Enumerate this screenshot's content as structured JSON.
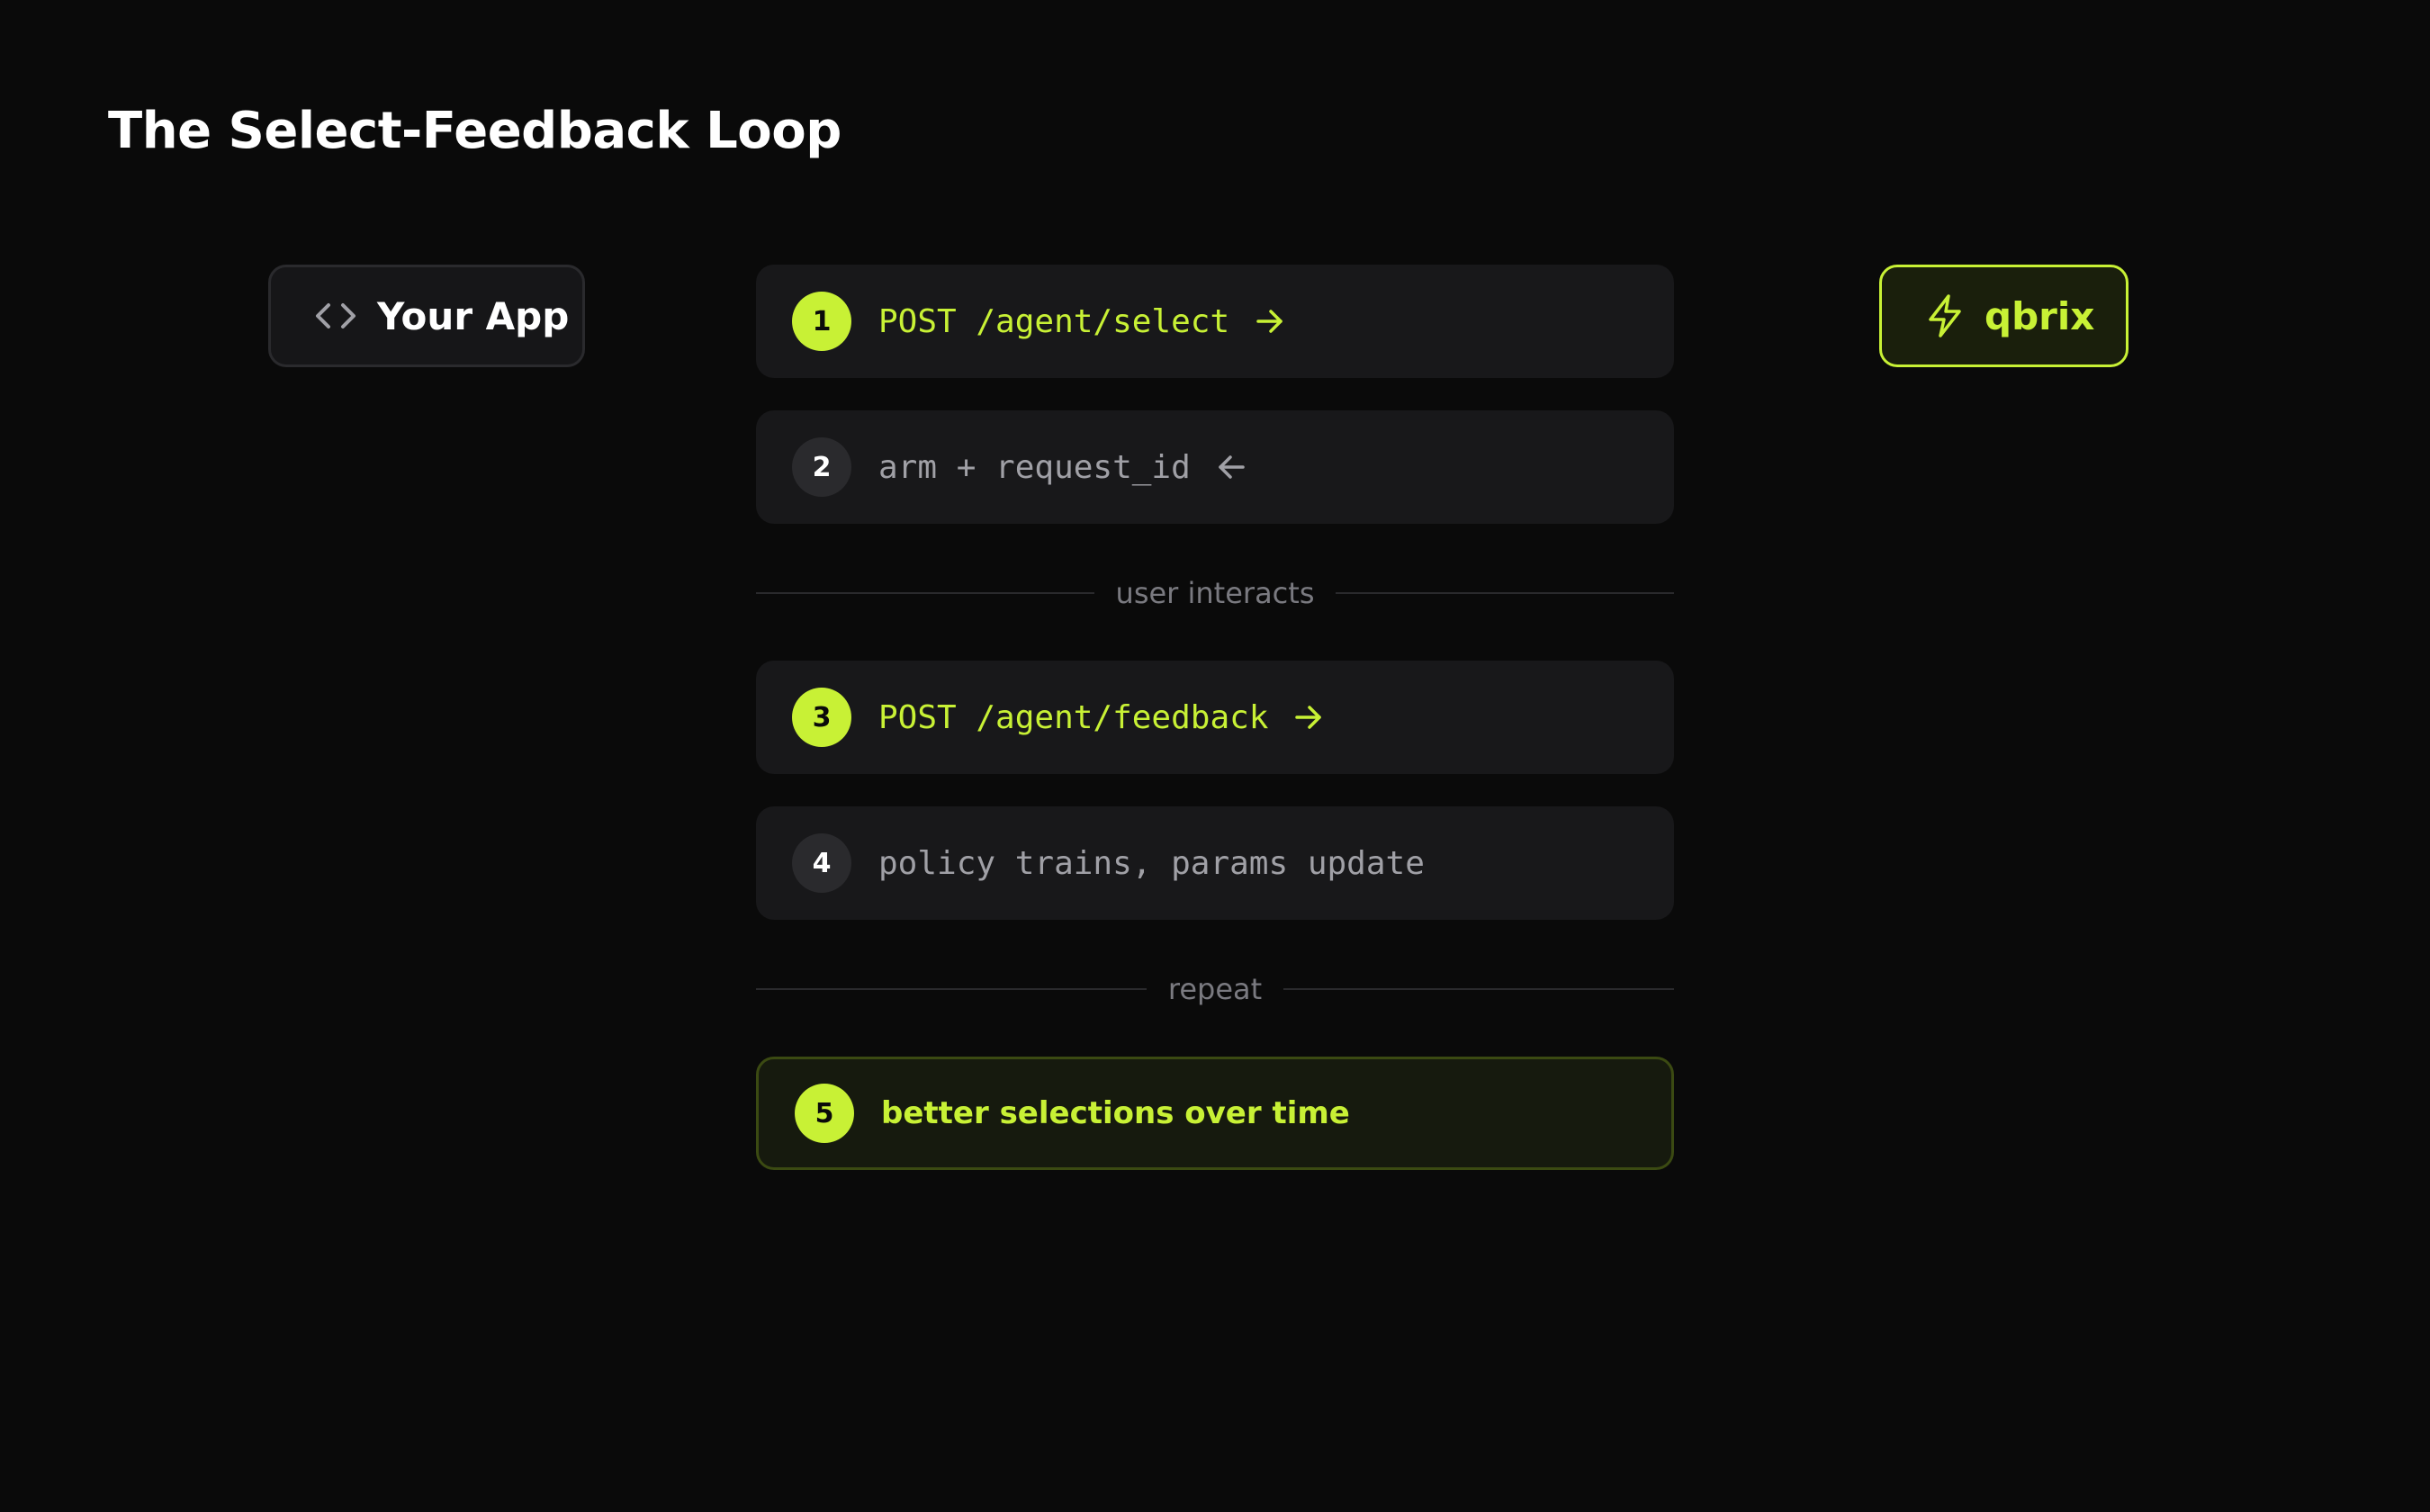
{
  "title": "The Select-Feedback Loop",
  "nodes": {
    "app": {
      "label": "Your App",
      "icon": "code-brackets-icon"
    },
    "qbrix": {
      "label": "qbrix",
      "icon": "lightning-bolt-icon"
    }
  },
  "steps": [
    {
      "number": "1",
      "text": "POST /agent/select",
      "arrow": "arrow-right-icon"
    },
    {
      "number": "2",
      "text": "arm + request_id",
      "arrow": "arrow-left-icon"
    },
    {
      "number": "3",
      "text": "POST /agent/feedback",
      "arrow": "arrow-right-icon"
    },
    {
      "number": "4",
      "text": "policy trains, params update"
    },
    {
      "number": "5",
      "text": "better selections over time"
    }
  ],
  "dividers": {
    "interact": "user interacts",
    "repeat": "repeat"
  },
  "colors": {
    "accent": "#c8f135",
    "background": "#0a0a0a",
    "card": "#18181a",
    "muted": "#a0a0a6"
  }
}
